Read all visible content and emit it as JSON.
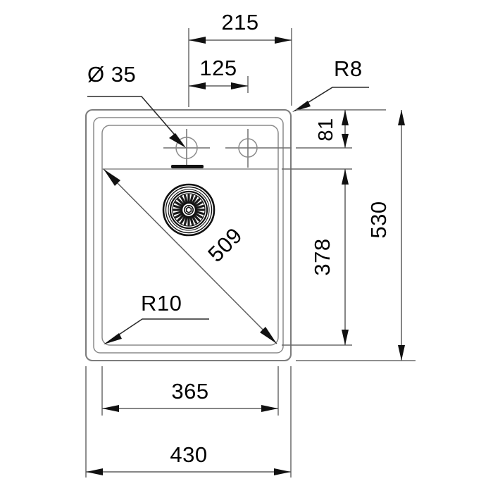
{
  "drawing": {
    "title": "Kitchen sink technical dimension drawing",
    "units": "mm",
    "line_color": "#7d7d7d",
    "text_color": "#000000",
    "background_color": "#ffffff"
  },
  "dimensions": {
    "top_overall": "215",
    "top_inner": "125",
    "hole_diameter": "Ø 35",
    "corner_radius_outer": "R8",
    "corner_radius_inner": "R10",
    "hole_offset_from_top": "81",
    "bowl_height": "378",
    "overall_height": "530",
    "bowl_width": "365",
    "overall_width": "430",
    "diagonal": "509"
  },
  "features": {
    "tap_hole_left": "tap-hole",
    "tap_hole_right": "tap-hole",
    "drain": "drain-strainer",
    "overflow": "overflow-slot"
  }
}
